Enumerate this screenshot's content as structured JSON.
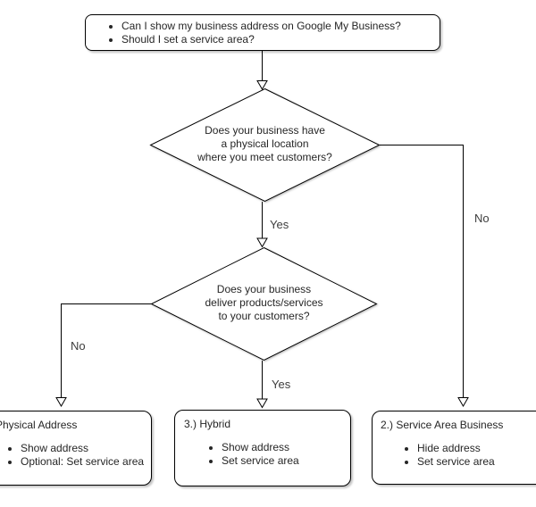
{
  "flowchart": {
    "start": {
      "bullets": [
        "Can I show my business address on Google My Business?",
        "Should I set a service area?"
      ]
    },
    "decisions": {
      "physical_location": {
        "text": "Does your business have\na physical location\nwhere you meet customers?"
      },
      "delivery": {
        "text": "Does your business\ndeliver products/services\nto your customers?"
      }
    },
    "edge_labels": {
      "d1_yes": "Yes",
      "d1_no": "No",
      "d2_yes": "Yes",
      "d2_no": "No"
    },
    "outcomes": {
      "physical_address": {
        "title": "Physical Address",
        "bullets": [
          "Show address",
          "Optional: Set service area"
        ]
      },
      "hybrid": {
        "title": "3.) Hybrid",
        "bullets": [
          "Show address",
          "Set service area"
        ]
      },
      "service_area": {
        "title": "2.) Service Area Business",
        "bullets": [
          "Hide address",
          "Set service area"
        ]
      }
    },
    "colors": {
      "stroke": "#000000",
      "fill": "#ffffff",
      "text": "#262626",
      "label": "#3d3d3d"
    }
  }
}
